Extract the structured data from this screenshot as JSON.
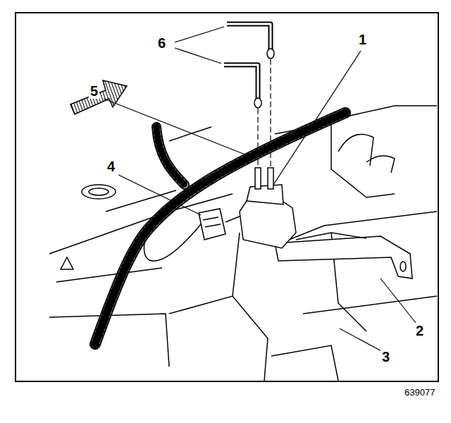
{
  "diagram": {
    "labels": [
      "6",
      "5",
      "4",
      "1",
      "2",
      "3",
      "639077"
    ]
  }
}
